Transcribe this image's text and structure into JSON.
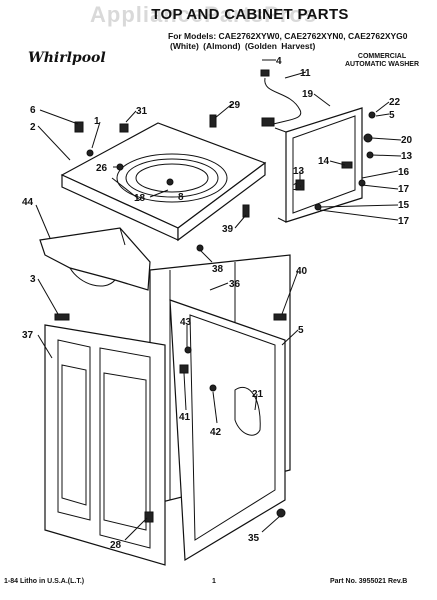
{
  "watermark": "AppliancePartsPros",
  "header": {
    "title": "TOP AND CABINET PARTS",
    "models": "For Models: CAE2762XYW0, CAE2762XYN0, CAE2762XYG0",
    "colors": "(White)   (Almond)  (Golden Harvest)",
    "logo": "Whirlpool",
    "commercial_line1": "COMMERCIAL",
    "commercial_line2": "AUTOMATIC WASHER"
  },
  "footer": {
    "litho": "1-84 Litho in U.S.A.(L.T.)",
    "page": "1",
    "part_no": "Part No. 3955021 Rev.B"
  },
  "callouts": [
    "1",
    "2",
    "3",
    "4",
    "5",
    "6",
    "8",
    "11",
    "13",
    "13",
    "14",
    "15",
    "16",
    "17",
    "17",
    "18",
    "19",
    "20",
    "21",
    "22",
    "26",
    "28",
    "29",
    "31",
    "35",
    "36",
    "37",
    "38",
    "39",
    "40",
    "41",
    "42",
    "43",
    "44"
  ]
}
